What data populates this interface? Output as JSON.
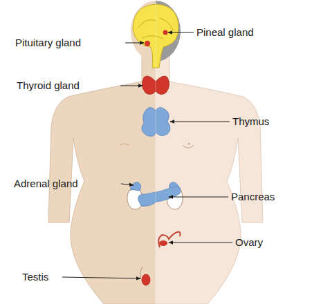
{
  "diagram": {
    "labels": [
      "Pituitary gland",
      "Pineal gland",
      "Thyroid gland",
      "Thymus",
      "Adrenal gland",
      "Pancreas",
      "Ovary",
      "Testis"
    ]
  }
}
